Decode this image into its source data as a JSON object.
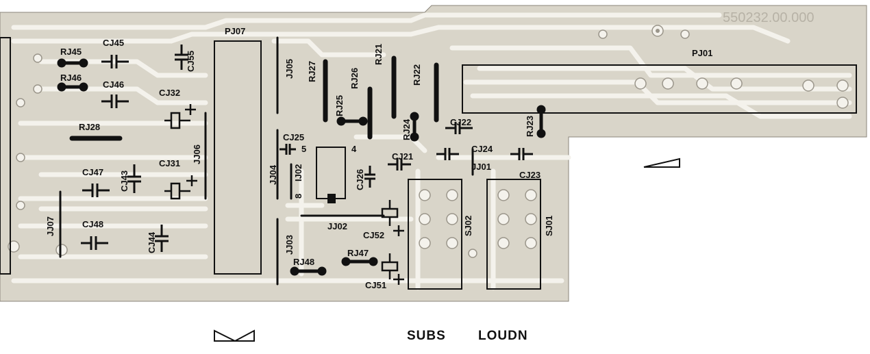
{
  "board": {
    "part_number": "550232.00.000",
    "connectors": {
      "pj07": "PJ07",
      "pj01": "PJ01",
      "sj02": "SJ02",
      "sj01": "SJ01"
    },
    "resistors": {
      "rj45": "RJ45",
      "rj46": "RJ46",
      "rj28": "RJ28",
      "rj27": "RJ27",
      "rj26": "RJ26",
      "rj25": "RJ25",
      "rj21": "RJ21",
      "rj22": "RJ22",
      "rj24": "RJ24",
      "rj23": "RJ23",
      "rj48": "RJ48",
      "rj47": "RJ47"
    },
    "capacitors": {
      "cj45": "CJ45",
      "cj46": "CJ46",
      "cj55": "CJ55",
      "cj32": "CJ32",
      "cj31": "CJ31",
      "cj47": "CJ47",
      "cj43": "CJ43",
      "cj48": "CJ48",
      "cj44": "CJ44",
      "cj25": "CJ25",
      "cj26": "CJ26",
      "cj21": "CJ21",
      "cj22": "CJ22",
      "cj24": "CJ24",
      "cj23": "CJ23",
      "cj52": "CJ52",
      "cj51": "CJ51"
    },
    "jumpers": {
      "jj05": "JJ05",
      "jj06": "JJ06",
      "jj04": "JJ04",
      "jj03": "JJ03",
      "jj07": "JJ07",
      "jj01": "JJ01",
      "jj02": "JJ02"
    },
    "ic": {
      "ref": "IJ02",
      "pin4": "4",
      "pin5": "5",
      "pin8": "8"
    }
  },
  "bottom_labels": {
    "subs": "SUBS",
    "loudn": "LOUDN"
  }
}
